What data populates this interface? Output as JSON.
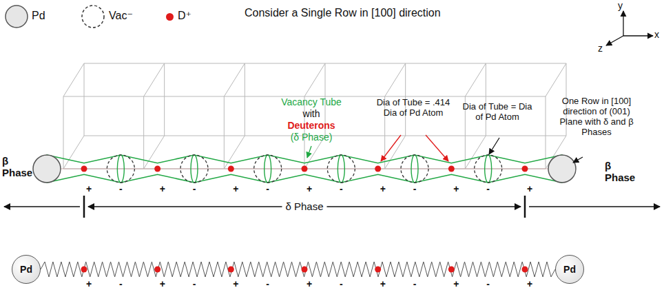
{
  "diagram": {
    "nodes": [
      {
        "text": [
          "Pd"
        ]
      },
      {
        "text": [
          "Pd"
        ]
      }
    ],
    "edges": [
      {
        "from": 0,
        "to": 1,
        "arrow": "none"
      }
    ],
    "labels": [
      "Consider a Single Row in [100] direction",
      "y",
      "x",
      "z",
      "Vacancy Tube",
      "with",
      "Deuterons",
      "(δ Phase)",
      "Dia of Tube = .414 Dia of Pd Atom",
      "Dia of Tube = Dia of Pd Atom",
      "One Row in [100] direction of (001) Plane with δ and β Phases",
      "β Phase",
      "β Phase",
      "δ Phase",
      "+",
      "-",
      "+",
      "-",
      "+",
      "-",
      "+",
      "-",
      "+",
      "-",
      "+",
      "-",
      "+",
      "+",
      "-",
      "+",
      "-",
      "+",
      "-",
      "+",
      "-",
      "+",
      "-",
      "+",
      "-",
      "+"
    ],
    "legend": [
      {
        "text": "Pd"
      },
      {
        "text": "Vac⁻"
      },
      {
        "text": "D⁺",
        "color": "#e01b1b"
      }
    ]
  }
}
